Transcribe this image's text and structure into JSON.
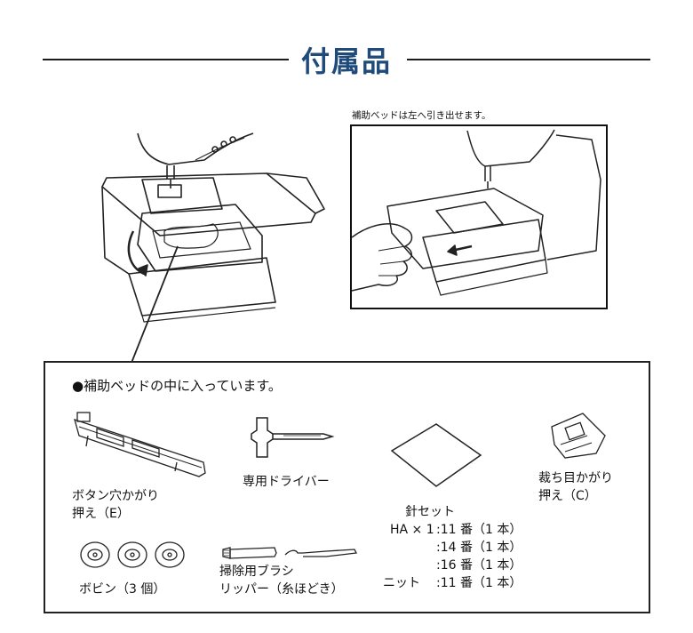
{
  "section_title": "付属品",
  "photo_caption": "補助ベッドは左へ引き出せます。",
  "panel": {
    "heading": "●補助ベッドの中に入っています。",
    "items": {
      "buttonhole_foot": [
        "ボタン穴かがり",
        "押え（E）"
      ],
      "screwdriver": "専用ドライバー",
      "needle_set_title": "針セット",
      "needle_lines": [
        {
          "label": "HA × 1",
          "spec": ":11 番（1 本）"
        },
        {
          "label": "",
          "spec": ":14 番（1 本）"
        },
        {
          "label": "",
          "spec": ":16 番（1 本）"
        },
        {
          "label": "ニット",
          "spec": ":11 番（1 本）"
        }
      ],
      "overcast_foot": [
        "裁ち目かがり",
        "押え（C）"
      ],
      "bobbins": "ボビン（3 個）",
      "brush": "掃除用ブラシ",
      "ripper": "リッパー（糸ほどき）"
    }
  },
  "colors": {
    "title": "#1f4a7a",
    "line": "#1c1c1c"
  }
}
